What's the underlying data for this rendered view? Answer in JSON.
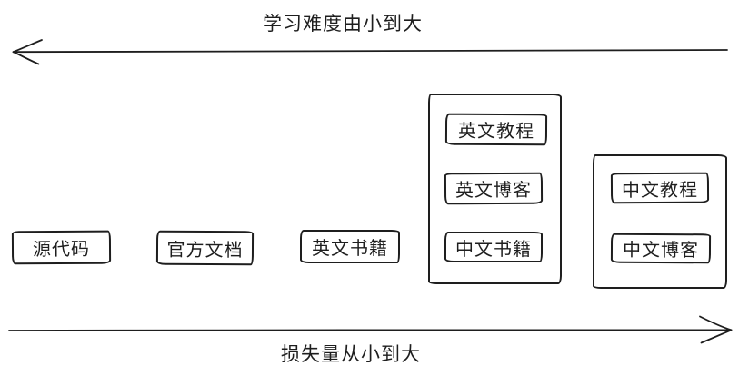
{
  "canvas": {
    "background": "#ffffff",
    "stroke_color": "#1e1e1e"
  },
  "axes": {
    "top": {
      "label": "学习难度由小到大",
      "arrow_direction": "left"
    },
    "bottom": {
      "label": "损失量从小到大",
      "arrow_direction": "right"
    }
  },
  "nodes": {
    "source_code": {
      "label": "源代码"
    },
    "official_docs": {
      "label": "官方文档"
    },
    "english_books": {
      "label": "英文书籍"
    },
    "group_mixed": {
      "items": [
        {
          "label": "英文教程"
        },
        {
          "label": "英文博客"
        },
        {
          "label": "中文书籍"
        }
      ]
    },
    "group_chinese": {
      "items": [
        {
          "label": "中文教程"
        },
        {
          "label": "中文博客"
        }
      ]
    }
  }
}
